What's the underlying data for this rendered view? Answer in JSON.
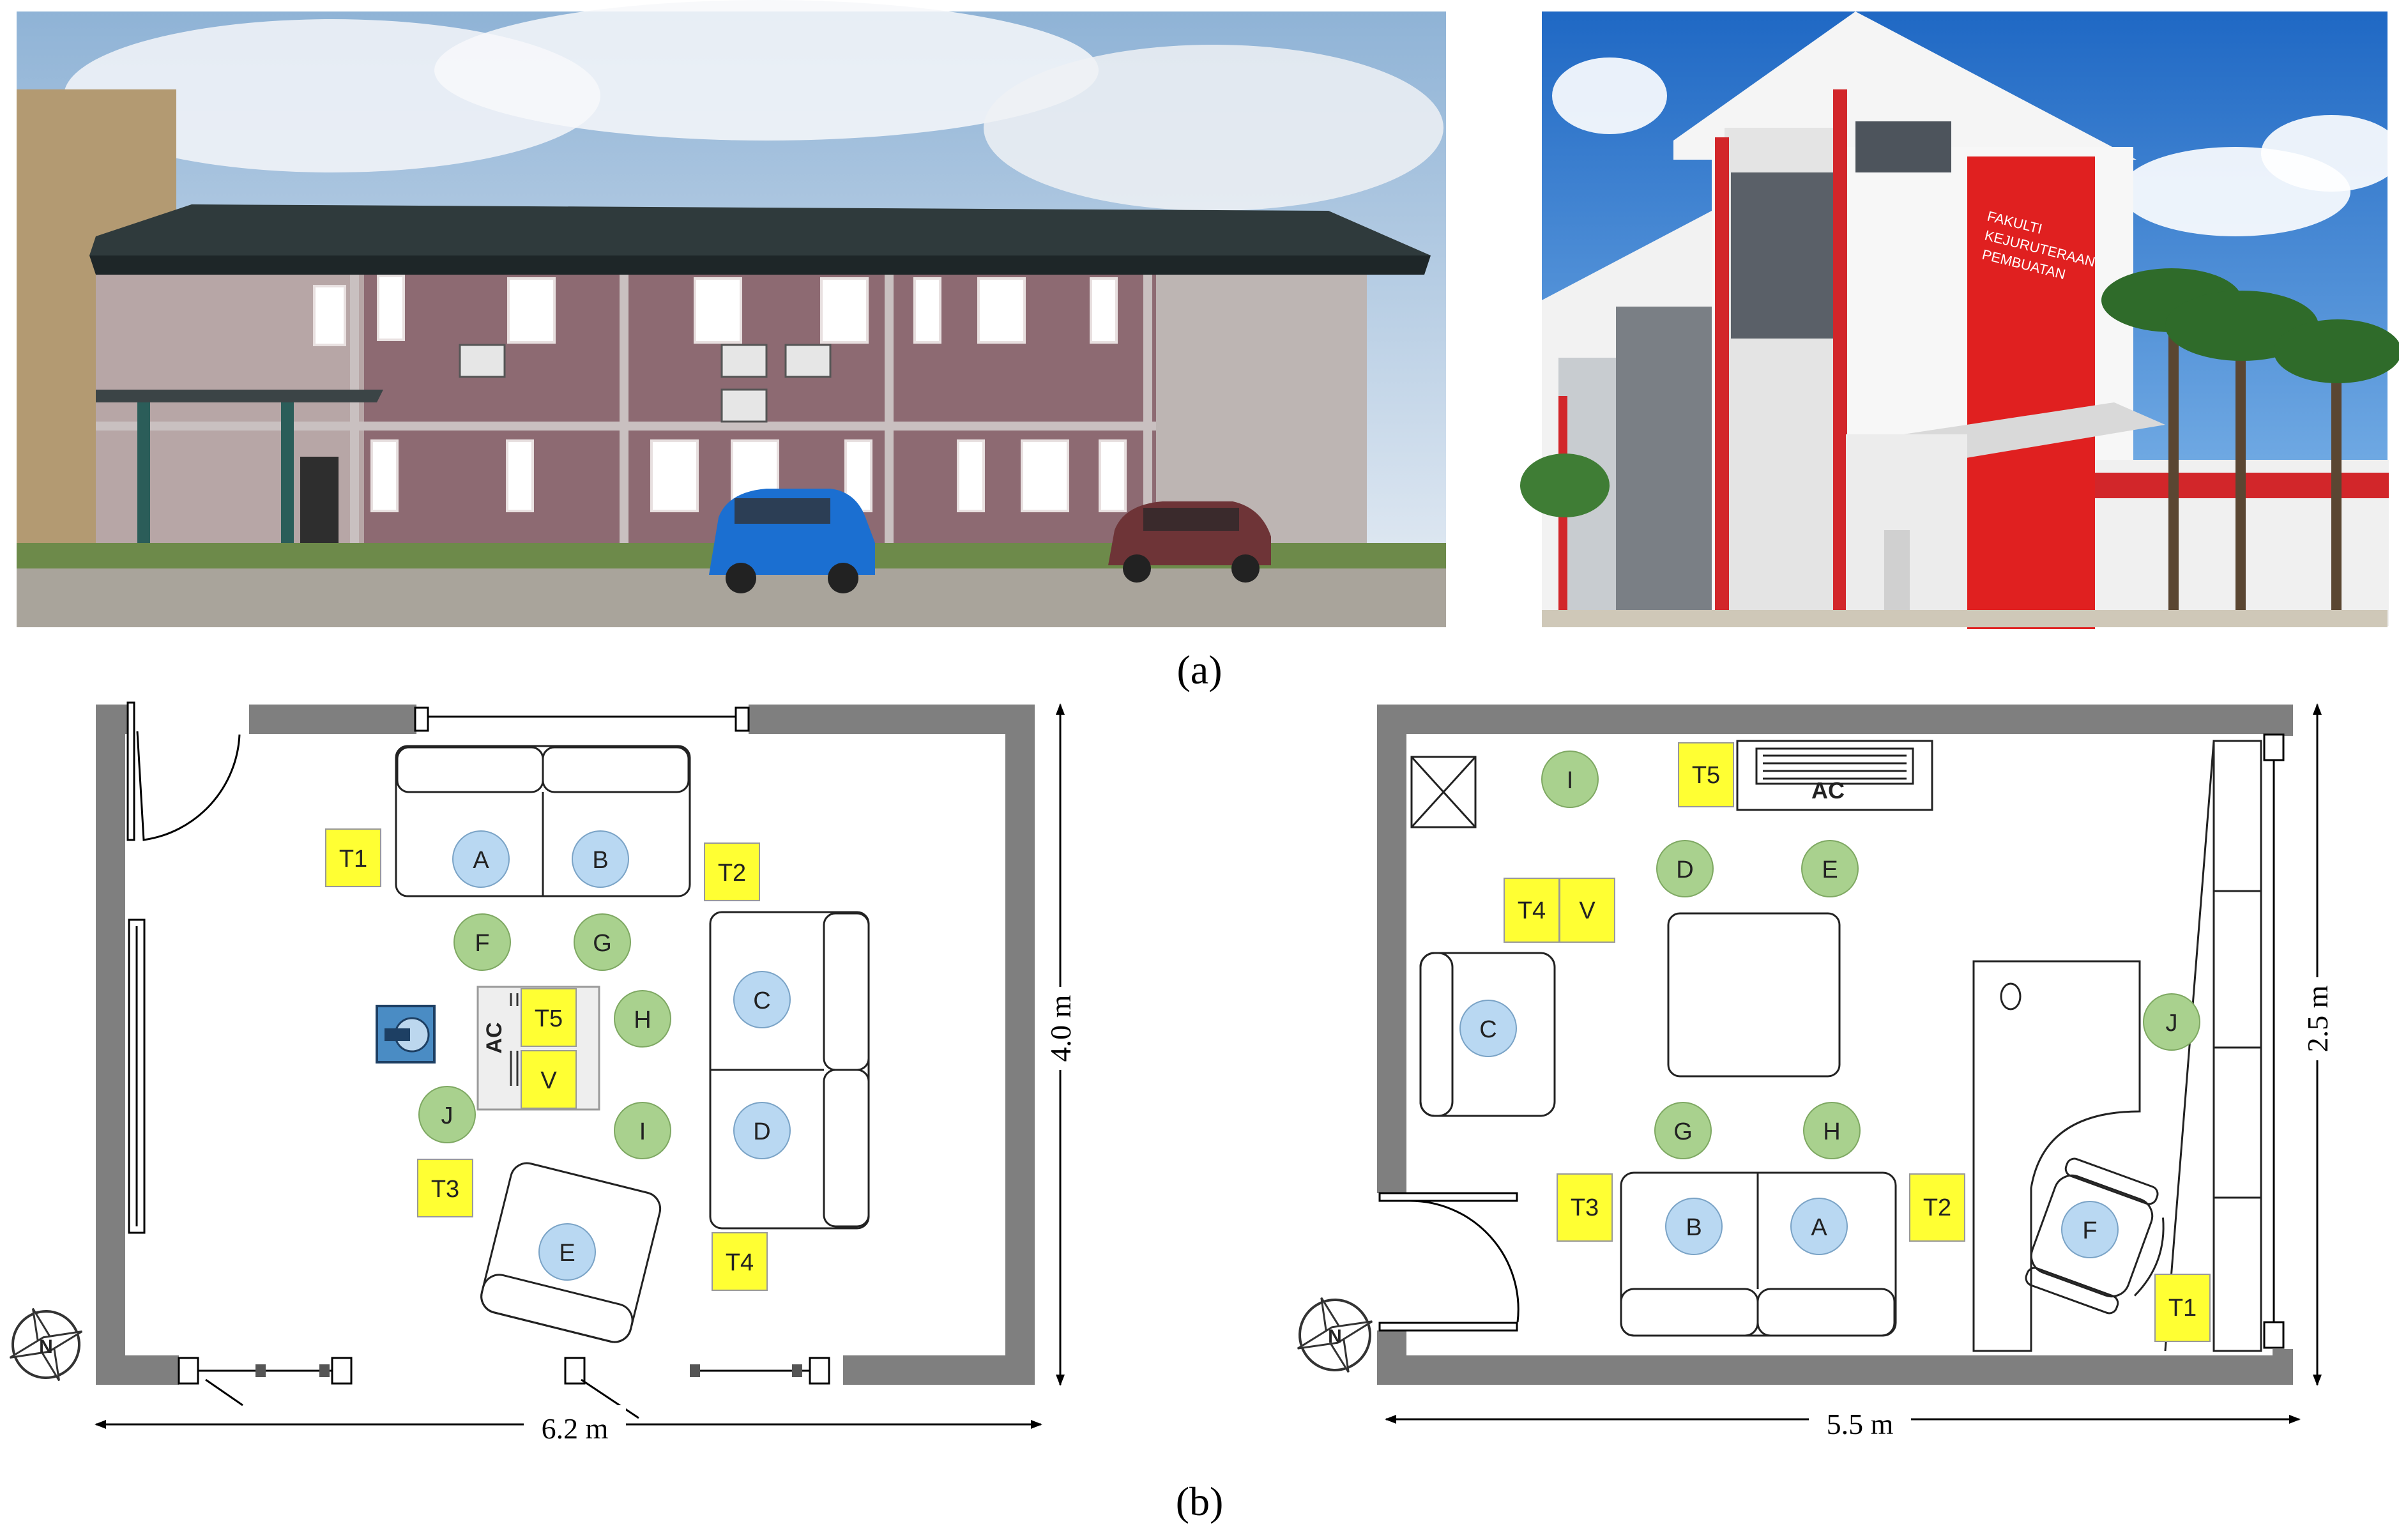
{
  "figure": {
    "caption_a": "(a)",
    "caption_b": "(b)"
  },
  "photos": {
    "sign_text": [
      "FAKULTI",
      "KEJURUTERAAN",
      "PEMBUATAN"
    ]
  },
  "plan_left": {
    "width_label": "6.2 m",
    "height_label": "4.0 m",
    "ac_label": "AC",
    "compass_label": "N",
    "seats": [
      "A",
      "B",
      "C",
      "D",
      "E",
      "F",
      "G",
      "H",
      "I",
      "J"
    ],
    "sensors": [
      "T1",
      "T2",
      "T3",
      "T4",
      "T5",
      "V"
    ]
  },
  "plan_right": {
    "width_label": "5.5 m",
    "height_label": "2.5 m",
    "ac_label": "AC",
    "compass_label": "N",
    "seats": [
      "A",
      "B",
      "C",
      "D",
      "E",
      "F",
      "G",
      "H",
      "I",
      "J"
    ],
    "sensors": [
      "T1",
      "T2",
      "T3",
      "T4",
      "T5",
      "V"
    ]
  },
  "colors": {
    "seated_marker": "#b9d8f2",
    "standing_marker": "#a9d18e",
    "sensor_tag": "#ffff33",
    "wall": "#7f7f7f",
    "accent_red": "#e02020"
  }
}
